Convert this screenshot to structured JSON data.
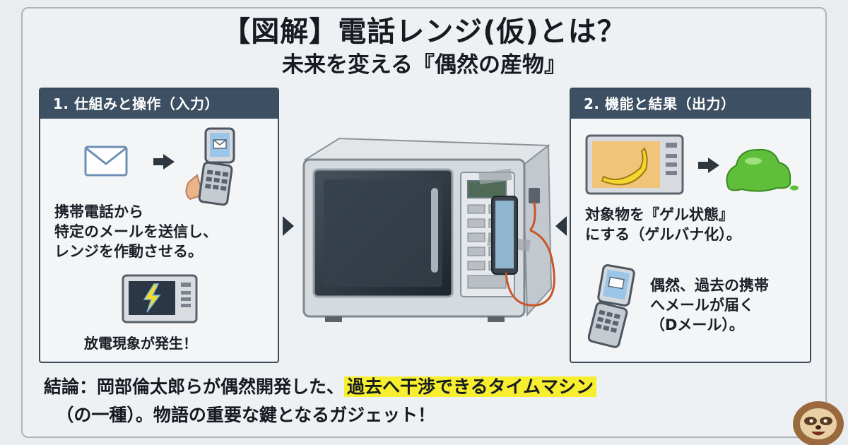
{
  "header": {
    "title": "【図解】電話レンジ(仮)とは？",
    "subtitle": "未来を変える『偶然の産物』"
  },
  "left_panel": {
    "heading": "1. 仕組みと操作（入力）",
    "text_1": "携帯電話から\n特定のメールを送信し、\nレンジを作動させる。",
    "text_2": "放電現象が発生！"
  },
  "right_panel": {
    "heading": "2. 機能と結果（出力）",
    "text_1": "対象物を『ゲル状態』\nにする（ゲルバナ化）。",
    "text_2": "偶然、過去の携帯\nへメールが届く\n（Dメール）。"
  },
  "conclusion": {
    "line1_prefix": "結論：岡部倫太郎らが偶然開発した、",
    "line1_highlight": "過去へ干渉できるタイムマシン",
    "line2": "（の一種）。物語の重要な鍵となるガジェット！"
  },
  "icons": [
    "envelope-icon",
    "flip-phone-icon",
    "lightning-icon",
    "banana-icon",
    "gel-blob-icon",
    "sloth-mascot-icon",
    "microwave-icon"
  ],
  "colors": {
    "panel_header": "#3d4f63",
    "highlight": "#f6ee2f",
    "gel": "#5fbf3a",
    "cable": "#c8562a"
  }
}
